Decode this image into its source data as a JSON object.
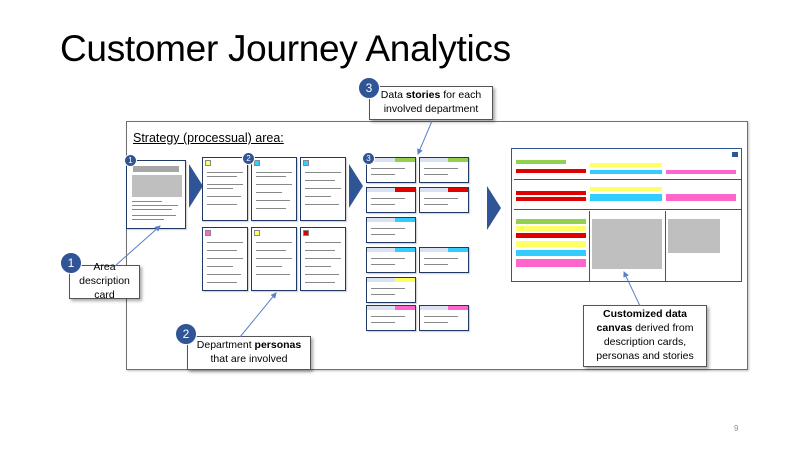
{
  "slide": {
    "title": "Customer Journey Analytics",
    "page_number": "9"
  },
  "area": {
    "label": "Strategy (processual) area:"
  },
  "badges": {
    "one": "1",
    "two": "2",
    "three": "3"
  },
  "callouts": {
    "area_card": {
      "line1": "Area description",
      "line2": "card"
    },
    "personas": {
      "line1_pre": "Department ",
      "line1_bold": "personas",
      "line2": "that are involved"
    },
    "stories": {
      "line1_pre": "Data ",
      "line1_bold": "stories",
      "line1_post": " for each",
      "line2": "involved department"
    },
    "canvas": {
      "line1": "Customized data",
      "line2_bold": "canvas",
      "line2_post": " derived from",
      "line3": "description cards,",
      "line4": "personas and stories"
    }
  },
  "icons": {
    "arrow": "chevron-right-icon"
  },
  "colors": {
    "accent": "#2f5597",
    "yellow": "#ffff66",
    "green": "#92d050",
    "cyan": "#33ccff",
    "magenta": "#ff66cc",
    "red": "#e00000"
  }
}
